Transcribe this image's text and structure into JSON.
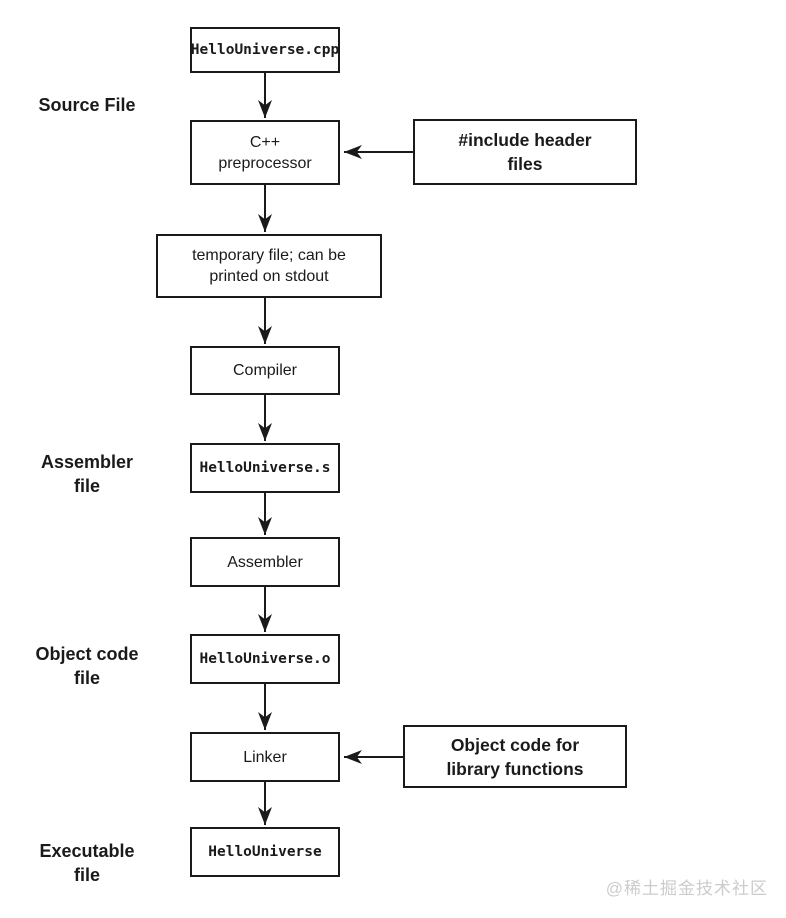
{
  "diagram": {
    "flow_nodes": [
      {
        "id": "source_file_node",
        "label": "HelloUniverse.cpp"
      },
      {
        "id": "preprocessor_node",
        "label": "C++\npreprocessor"
      },
      {
        "id": "temp_file_node",
        "label": "temporary file; can be\nprinted on stdout"
      },
      {
        "id": "compiler_node",
        "label": "Compiler"
      },
      {
        "id": "assembler_file_node",
        "label": "HelloUniverse.s"
      },
      {
        "id": "assembler_node",
        "label": "Assembler"
      },
      {
        "id": "object_file_node",
        "label": "HelloUniverse.o"
      },
      {
        "id": "linker_node",
        "label": "Linker"
      },
      {
        "id": "executable_node",
        "label": "HelloUniverse"
      }
    ],
    "side_nodes": [
      {
        "id": "include_headers_node",
        "label": "#include header\nfiles"
      },
      {
        "id": "library_object_node",
        "label": "Object code for\nlibrary functions"
      }
    ],
    "stage_labels": [
      {
        "id": "source_file_label",
        "label": "Source File"
      },
      {
        "id": "assembler_file_label",
        "label": "Assembler\nfile"
      },
      {
        "id": "object_code_file_label",
        "label": "Object code\nfile"
      },
      {
        "id": "executable_file_label",
        "label": "Executable\nfile"
      }
    ],
    "colors": {
      "line": "#1a1a1a",
      "background": "#ffffff",
      "watermark_text": "#cccccc"
    }
  },
  "watermark": "@稀土掘金技术社区"
}
